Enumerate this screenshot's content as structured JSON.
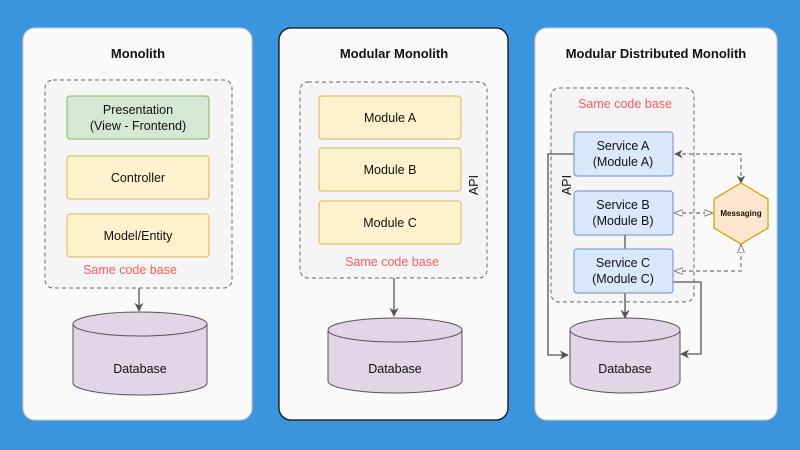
{
  "colors": {
    "background": "#3a95dd",
    "green_box": "#d5e8d4",
    "yellow_box": "#fff2cc",
    "blue_box": "#dae8fc",
    "database": "#e1d5e7",
    "messaging": "#ffe6cc",
    "same_code_base": "#ff5c5c"
  },
  "monolith": {
    "title": "Monolith",
    "layers": [
      "Presentation",
      "(View - Frontend)",
      "Controller",
      "Model/Entity"
    ],
    "same_code_base": "Same code base",
    "database": "Database"
  },
  "modular_monolith": {
    "title": "Modular Monolith",
    "modules": [
      "Module A",
      "Module B",
      "Module C"
    ],
    "api": "API",
    "same_code_base": "Same code base",
    "database": "Database"
  },
  "modular_distributed_monolith": {
    "title": "Modular Distributed Monolith",
    "same_code_base": "Same code base",
    "api": "API",
    "services": [
      {
        "name": "Service A",
        "module": "(Module A)"
      },
      {
        "name": "Service B",
        "module": "(Module B)"
      },
      {
        "name": "Service C",
        "module": "(Module C)"
      }
    ],
    "messaging": "Messaging",
    "database": "Database"
  }
}
